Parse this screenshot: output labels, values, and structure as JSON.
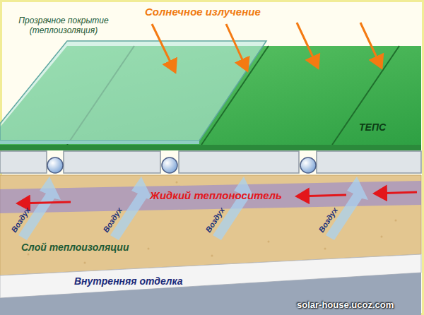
{
  "diagram": {
    "labels": [
      "Солнечное излучение",
      "Прозрачное покрытие (теплоизоляция)",
      "ТЕПС",
      "Воздух",
      "Воздух",
      "Жидкий теплоноситель",
      "Воздух",
      "Воздух",
      "Слой теплоизоляции",
      "Внутренняя отделка",
      "solar-house.ucoz.com"
    ]
  }
}
